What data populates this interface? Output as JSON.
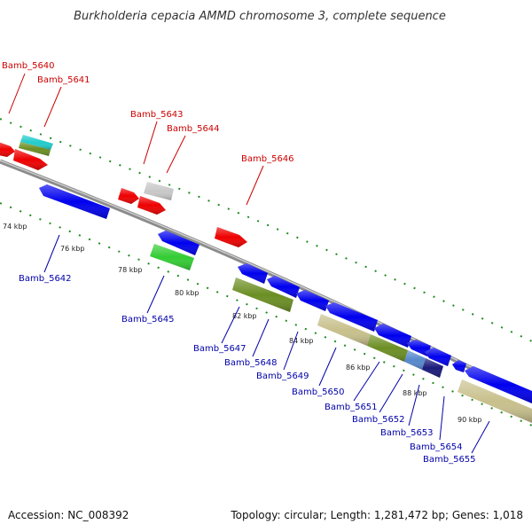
{
  "title": "Burkholderia cepacia AMMD chromosome 3, complete sequence",
  "accession": "Accession: NC_008392",
  "topology": "Topology: circular; Length: 1,281,472 bp; Genes: 1,018",
  "colors": {
    "forward_label": "#cc0000",
    "reverse_label": "#0000aa",
    "backbone": "#8c8c8c",
    "tick_mark": "#228b22",
    "red_gene": "#ee0000",
    "blue_gene": "#0000ee",
    "olive_gene": "#6b8e23",
    "khaki_gene": "#c8c08c",
    "cyan_gene": "#22cccc",
    "grey_gene": "#c8c8c8",
    "green_gene": "#33cc33",
    "steelblue_gene": "#5588cc",
    "navy_gene": "#1a1a7a"
  },
  "scale_labels": [
    "74 kbp",
    "76 kbp",
    "78 kbp",
    "80 kbp",
    "82 kbp",
    "84 kbp",
    "86 kbp",
    "88 kbp",
    "90 kbp"
  ],
  "genes_forward": [
    "Bamb_5640",
    "Bamb_5641",
    "Bamb_5643",
    "Bamb_5644",
    "Bamb_5646"
  ],
  "genes_reverse": [
    "Bamb_5642",
    "Bamb_5645",
    "Bamb_5647",
    "Bamb_5648",
    "Bamb_5649",
    "Bamb_5650",
    "Bamb_5651",
    "Bamb_5652",
    "Bamb_5653",
    "Bamb_5654",
    "Bamb_5655"
  ]
}
